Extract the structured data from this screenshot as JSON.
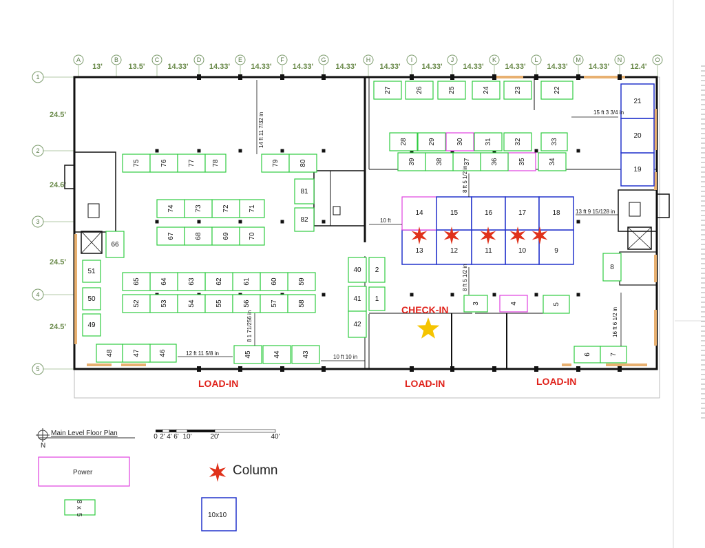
{
  "colors": {
    "booth_8x5": "#2ecc40",
    "booth_10x10": "#2233cc",
    "booth_power": "#e040e0",
    "column_star": "#e0321b",
    "checkin_star": "#f5c400",
    "label_red": "#e0221b",
    "grid_green": "#5a7a4a",
    "door_orange": "#e8b070"
  },
  "grid": {
    "column_letters": [
      "A",
      "B",
      "C",
      "D",
      "E",
      "F",
      "G",
      "H",
      "I",
      "J",
      "K",
      "L",
      "M",
      "N",
      "O"
    ],
    "column_spacings": [
      "13'",
      "13.5'",
      "14.33'",
      "14.33'",
      "14.33'",
      "14.33'",
      "14.33'",
      "14.33'",
      "14.33'",
      "14.33'",
      "14.33'",
      "14.33'",
      "14.33'",
      "12.4'"
    ],
    "row_numbers": [
      "1",
      "2",
      "3",
      "4",
      "5"
    ],
    "row_spacings": [
      "24.5'",
      "24.6'",
      "24.5'",
      "24.5'"
    ]
  },
  "booths": [
    {
      "id": "1",
      "type": "8x5"
    },
    {
      "id": "2",
      "type": "8x5"
    },
    {
      "id": "3",
      "type": "8x5"
    },
    {
      "id": "4",
      "type": "power"
    },
    {
      "id": "5",
      "type": "8x5"
    },
    {
      "id": "6",
      "type": "8x5"
    },
    {
      "id": "7",
      "type": "8x5"
    },
    {
      "id": "8",
      "type": "8x5"
    },
    {
      "id": "9",
      "type": "10x10"
    },
    {
      "id": "10",
      "type": "10x10"
    },
    {
      "id": "11",
      "type": "10x10"
    },
    {
      "id": "12",
      "type": "10x10"
    },
    {
      "id": "13",
      "type": "10x10"
    },
    {
      "id": "14",
      "type": "power"
    },
    {
      "id": "15",
      "type": "10x10"
    },
    {
      "id": "16",
      "type": "10x10"
    },
    {
      "id": "17",
      "type": "10x10"
    },
    {
      "id": "18",
      "type": "10x10"
    },
    {
      "id": "19",
      "type": "10x10"
    },
    {
      "id": "20",
      "type": "10x10"
    },
    {
      "id": "21",
      "type": "10x10"
    },
    {
      "id": "22",
      "type": "8x5"
    },
    {
      "id": "23",
      "type": "8x5"
    },
    {
      "id": "24",
      "type": "8x5"
    },
    {
      "id": "25",
      "type": "8x5"
    },
    {
      "id": "26",
      "type": "8x5"
    },
    {
      "id": "27",
      "type": "8x5"
    },
    {
      "id": "28",
      "type": "8x5"
    },
    {
      "id": "29",
      "type": "8x5"
    },
    {
      "id": "30",
      "type": "power"
    },
    {
      "id": "31",
      "type": "8x5"
    },
    {
      "id": "32",
      "type": "8x5"
    },
    {
      "id": "33",
      "type": "8x5"
    },
    {
      "id": "34",
      "type": "8x5"
    },
    {
      "id": "35",
      "type": "power"
    },
    {
      "id": "36",
      "type": "8x5"
    },
    {
      "id": "37",
      "type": "8x5"
    },
    {
      "id": "38",
      "type": "8x5"
    },
    {
      "id": "39",
      "type": "8x5"
    },
    {
      "id": "40",
      "type": "8x5"
    },
    {
      "id": "41",
      "type": "8x5"
    },
    {
      "id": "42",
      "type": "8x5"
    },
    {
      "id": "43",
      "type": "8x5"
    },
    {
      "id": "44",
      "type": "8x5"
    },
    {
      "id": "45",
      "type": "8x5"
    },
    {
      "id": "46",
      "type": "8x5"
    },
    {
      "id": "47",
      "type": "8x5"
    },
    {
      "id": "48",
      "type": "8x5"
    },
    {
      "id": "49",
      "type": "8x5"
    },
    {
      "id": "50",
      "type": "8x5"
    },
    {
      "id": "51",
      "type": "8x5"
    },
    {
      "id": "52",
      "type": "8x5"
    },
    {
      "id": "53",
      "type": "8x5"
    },
    {
      "id": "54",
      "type": "8x5"
    },
    {
      "id": "55",
      "type": "8x5"
    },
    {
      "id": "56",
      "type": "8x5"
    },
    {
      "id": "57",
      "type": "8x5"
    },
    {
      "id": "58",
      "type": "8x5"
    },
    {
      "id": "59",
      "type": "8x5"
    },
    {
      "id": "60",
      "type": "8x5"
    },
    {
      "id": "61",
      "type": "8x5"
    },
    {
      "id": "62",
      "type": "8x5"
    },
    {
      "id": "63",
      "type": "8x5"
    },
    {
      "id": "64",
      "type": "8x5"
    },
    {
      "id": "65",
      "type": "8x5"
    },
    {
      "id": "66",
      "type": "8x5"
    },
    {
      "id": "67",
      "type": "8x5"
    },
    {
      "id": "68",
      "type": "8x5"
    },
    {
      "id": "69",
      "type": "8x5"
    },
    {
      "id": "70",
      "type": "8x5"
    },
    {
      "id": "71",
      "type": "8x5"
    },
    {
      "id": "72",
      "type": "8x5"
    },
    {
      "id": "73",
      "type": "8x5"
    },
    {
      "id": "74",
      "type": "8x5"
    },
    {
      "id": "75",
      "type": "8x5"
    },
    {
      "id": "76",
      "type": "8x5"
    },
    {
      "id": "77",
      "type": "8x5"
    },
    {
      "id": "78",
      "type": "8x5"
    },
    {
      "id": "79",
      "type": "8x5"
    },
    {
      "id": "80",
      "type": "8x5"
    },
    {
      "id": "81",
      "type": "8x5"
    },
    {
      "id": "82",
      "type": "8x5"
    }
  ],
  "measurements": {
    "m1": "14 ft 11 7/32 in",
    "m2": "15 ft 3 3/4 in",
    "m3": "8 ft 5 1/2 in",
    "m4": "13 ft 9 15/128 in",
    "m5": "10 ft",
    "m6": "8 ft 5 1/2 in",
    "m7": "16 ft 6 1/2 in",
    "m8": "8 1 71/256 in",
    "m9": "12 ft 11 5/8 in",
    "m10": "10 ft 10 in"
  },
  "labels": {
    "load_in": "LOAD-IN",
    "check_in": "CHECK-IN"
  },
  "legend": {
    "title": "Main Level Floor Plan",
    "north": "N",
    "scale_ticks": [
      "0",
      "2'",
      "4'",
      "6'",
      "10'",
      "20'",
      "40'"
    ],
    "power": "Power",
    "column": "Column",
    "booth_8x5_line1": "8",
    "booth_8x5_line2": "x",
    "booth_8x5_line3": "5",
    "booth_10x10": "10x10"
  }
}
